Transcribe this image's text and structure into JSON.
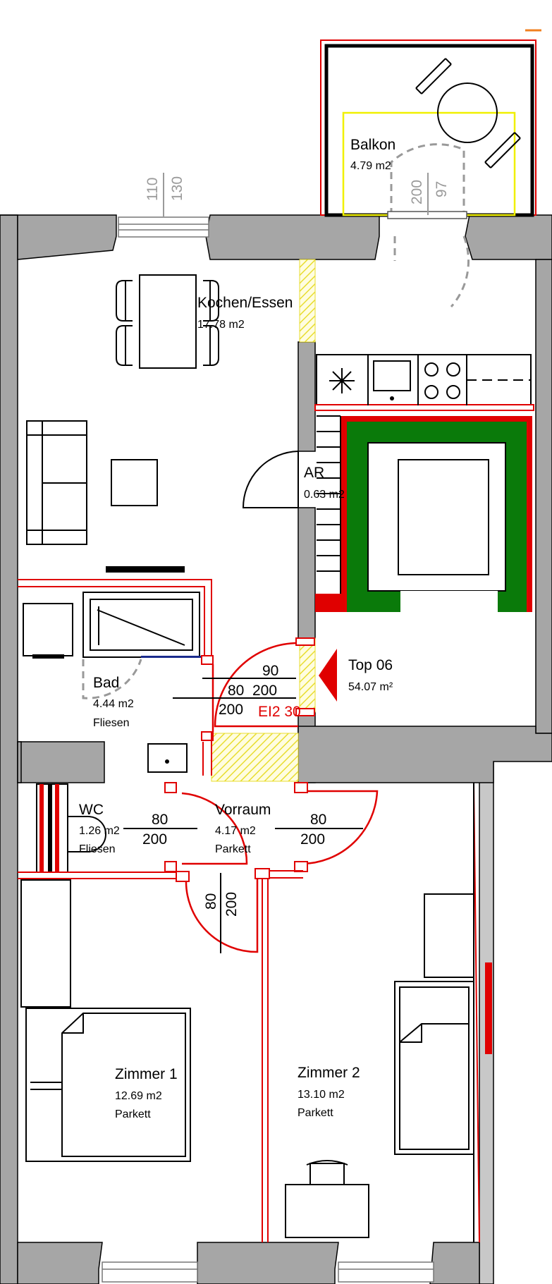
{
  "colors": {
    "wall": "#a6a6a6",
    "door": "#e00000",
    "insulation": "#0a7a0a",
    "hatch": "#f2f25a",
    "balcony_outline": "#e00000",
    "balcony_inner": "#f0f000"
  },
  "rooms": {
    "balkon": {
      "name": "Balkon",
      "area": "4.79 m2"
    },
    "kochen": {
      "name": "Kochen/Essen",
      "area": "17.78 m2"
    },
    "ar": {
      "name": "AR",
      "area": "0.63 m2"
    },
    "bad": {
      "name": "Bad",
      "area": "4.44 m2",
      "floor": "Fliesen"
    },
    "top": {
      "name": "Top 06",
      "area": "54.07 m²"
    },
    "wc": {
      "name": "WC",
      "area": "1.26 m2",
      "floor": "Fliesen"
    },
    "vorraum": {
      "name": "Vorraum",
      "area": "4.17 m2",
      "floor": "Parkett"
    },
    "zimmer1": {
      "name": "Zimmer 1",
      "area": "12.69 m2",
      "floor": "Parkett"
    },
    "zimmer2": {
      "name": "Zimmer 2",
      "area": "13.10 m2",
      "floor": "Parkett"
    }
  },
  "dimensions": {
    "window_top_a": "110",
    "window_top_b": "130",
    "balcony_door_a": "200",
    "balcony_door_b": "97",
    "entry_door_w": "90",
    "entry_door_h": "200",
    "bad_door_w": "80",
    "bad_door_h": "200",
    "entry_rating": "EI2 30",
    "wc_door_w": "80",
    "wc_door_h": "200",
    "z2_door_w": "80",
    "z2_door_h": "200",
    "z1_door_w": "80",
    "z1_door_h": "200"
  }
}
